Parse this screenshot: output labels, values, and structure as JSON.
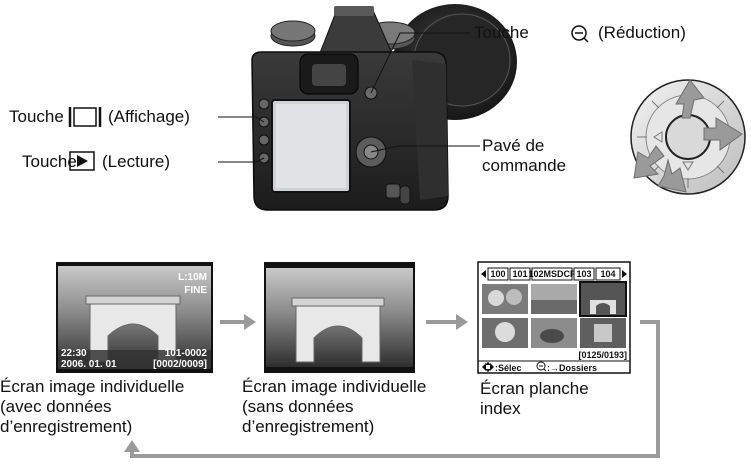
{
  "callouts": {
    "zoom_out": {
      "prefix": "Touche",
      "suffix": "(Réduction)",
      "icon": "zoom-out-magnifier-icon"
    },
    "display": {
      "prefix": "Touche",
      "suffix": "(Affichage)",
      "icon": "display-button-icon"
    },
    "playback": {
      "prefix": "Touche",
      "suffix": "(Lecture)",
      "icon": "play-triangle-icon"
    },
    "control_pad": {
      "line1": "Pavé de",
      "line2": "commande"
    }
  },
  "screens": {
    "with_data": {
      "overlay": {
        "top_right_1": "L:10M",
        "top_right_2": "FINE",
        "bottom_left_1": "22:30",
        "bottom_left_2": "2006. 01. 01",
        "bottom_right_1": "101-0002",
        "bottom_right_2": "[0002/0009]"
      },
      "caption": [
        "Écran image individuelle",
        "(avec données",
        "d’enregistrement)"
      ]
    },
    "without_data": {
      "caption": [
        "Écran image individuelle",
        "(sans données",
        "d’enregistrement)"
      ]
    },
    "index": {
      "folders": [
        "100",
        "101",
        "102MSDCF",
        "103",
        "104"
      ],
      "counter": "[0125/0193]",
      "footer_select": ":Sélec",
      "footer_folders": ":→Dossiers",
      "caption": [
        "Écran planche",
        "index"
      ]
    }
  },
  "colors": {
    "arrow_grey": "#9a9a9a",
    "camera_body": "#2a2a2a",
    "ink": "#111111"
  }
}
